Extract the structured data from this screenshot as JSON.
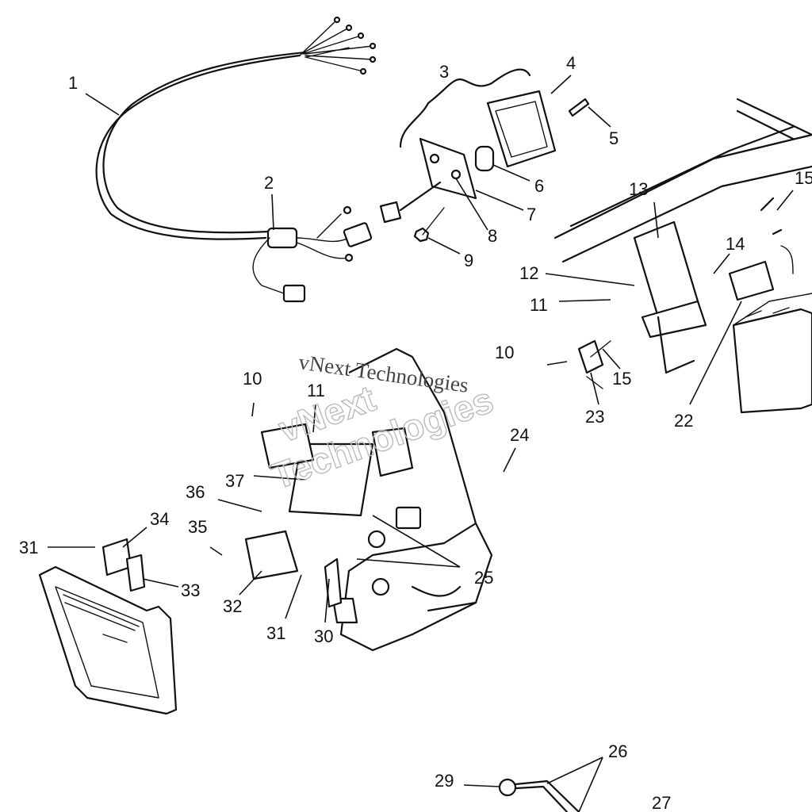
{
  "callouts": {
    "c1": "1",
    "c2": "2",
    "c3": "3",
    "c4": "4",
    "c5": "5",
    "c6": "6",
    "c7": "7",
    "c8": "8",
    "c9": "9",
    "c10a": "10",
    "c10b": "10",
    "c11a": "11",
    "c11b": "11",
    "c12": "12",
    "c13": "13",
    "c14": "14",
    "c15a": "15",
    "c15b": "15",
    "c22": "22",
    "c23": "23",
    "c24": "24",
    "c25": "25",
    "c26": "26",
    "c27": "27",
    "c29": "29",
    "c30": "30",
    "c31a": "31",
    "c31b": "31",
    "c32": "32",
    "c33": "33",
    "c34": "34",
    "c35": "35",
    "c36": "36",
    "c37": "37"
  },
  "watermark": {
    "line1": "vNext Technologies",
    "line2a": "vNext",
    "line2b": "Technologies"
  }
}
